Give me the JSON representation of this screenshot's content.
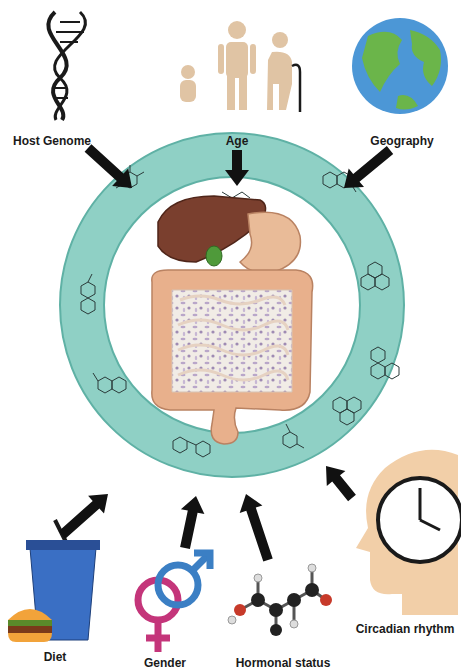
{
  "diagram": {
    "labels": [
      "Host Genome",
      "Age",
      "Geography",
      "Diet",
      "Gender",
      "Hormonal status",
      "Circadian rhythm"
    ]
  }
}
